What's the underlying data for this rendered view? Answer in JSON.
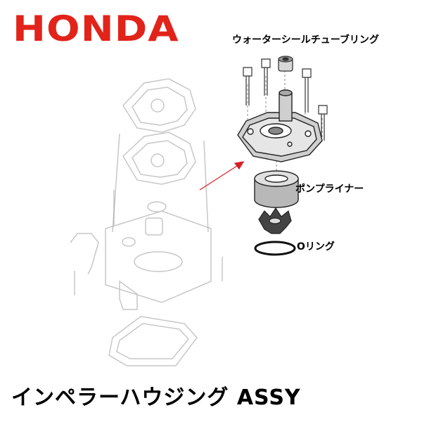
{
  "brand": {
    "logo_text": "HONDA",
    "color": "#e2231a"
  },
  "labels": {
    "water_seal_tube_ring": "ウォーターシールチューブリング",
    "pump_liner": "ポンプライナー",
    "o_ring": "Oリング"
  },
  "title": "インペラーハウジング ASSY",
  "colors": {
    "arrow": "#d81f26",
    "exploded_lines": "#8a8a8a",
    "part_strokes": "#333333"
  }
}
